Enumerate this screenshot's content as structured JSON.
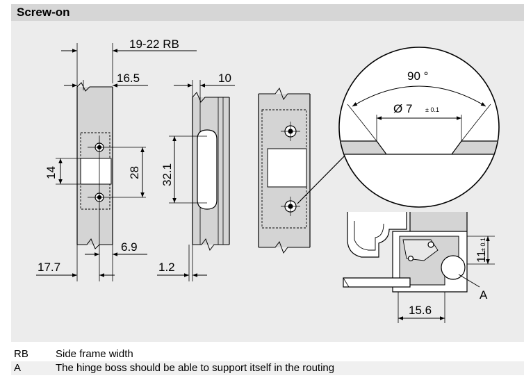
{
  "header": {
    "title": "Screw-on"
  },
  "dimensions": {
    "d1": "19-22 RB",
    "d2": "16.5",
    "d3": "10",
    "d4": "14",
    "d5": "28",
    "d6": "32.1",
    "d7": "6.9",
    "d8": "17.7",
    "d9": "1.2",
    "angle": "90 °",
    "diameter": "Ø 7",
    "diam_tol": "± 0.1",
    "d10": "11",
    "d10_tol": "± 0.1",
    "d11": "15.6",
    "label_a": "A"
  },
  "legend": [
    {
      "key": "RB",
      "text": "Side frame width"
    },
    {
      "key": "A",
      "text": "The hinge boss should be able to support itself in the routing"
    }
  ]
}
